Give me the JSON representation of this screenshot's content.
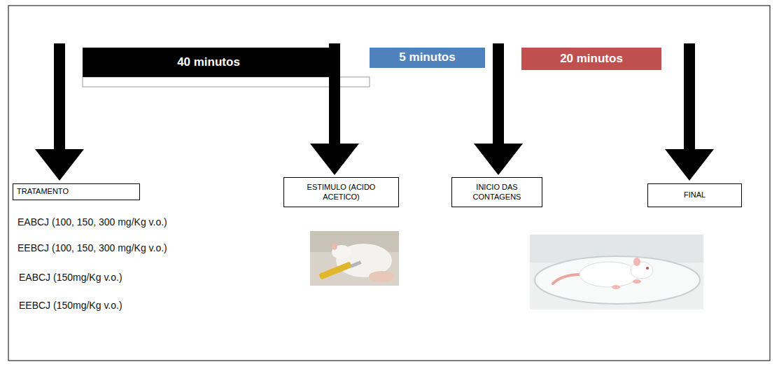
{
  "diagram": {
    "nodes": [
      {
        "text": [
          "40 minutos"
        ]
      },
      {
        "text": [
          "5 minutos"
        ]
      },
      {
        "text": [
          "20 minutos"
        ]
      },
      {
        "text": [
          "TRATAMENTO"
        ]
      },
      {
        "text": [
          "ESTIMULO (ACIDO ACETICO)"
        ]
      },
      {
        "text": [
          "INICIO DAS CONTAGENS"
        ]
      },
      {
        "text": [
          "FINAL"
        ]
      }
    ],
    "labels": [
      "EABCJ (100, 150, 300 mg/Kg v.o.)",
      "EEBCJ (100, 150, 300 mg/Kg v.o.)",
      "EABCJ (150mg/Kg v.o.)",
      "EEBCJ (150mg/Kg v.o.)"
    ]
  }
}
